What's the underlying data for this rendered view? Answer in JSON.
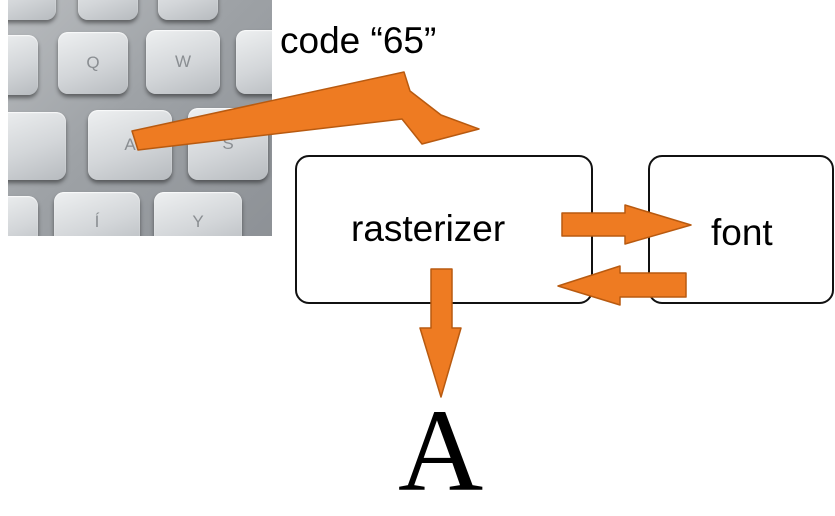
{
  "keyboard": {
    "keys": [
      "Q",
      "W",
      "A",
      "S",
      "Í",
      "Y"
    ]
  },
  "code_label": "code “65”",
  "rasterizer_label": "rasterizer",
  "font_label": "font",
  "output_glyph": "A",
  "colors": {
    "arrow": "#ee7b22",
    "arrow_stroke": "#b85a10",
    "box_border": "#111111"
  }
}
